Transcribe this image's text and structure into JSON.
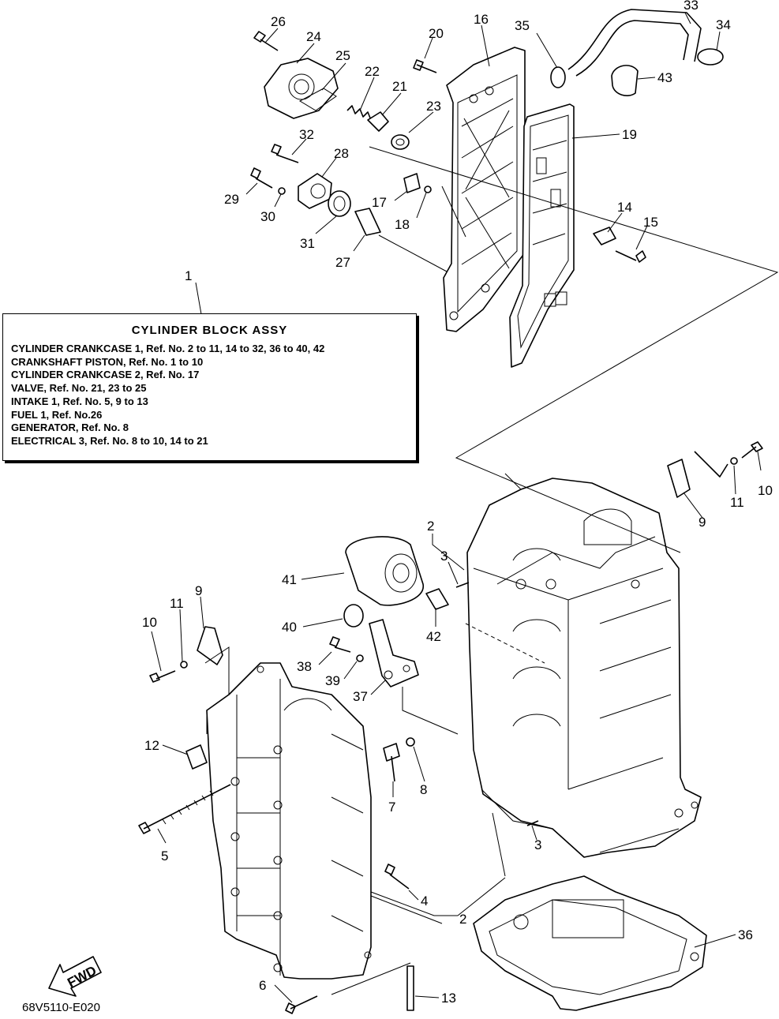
{
  "assembly": {
    "ref_number": "1",
    "title": "CYLINDER BLOCK ASSY",
    "lines": [
      "CYLINDER CRANKCASE 1, Ref. No. 2 to 11, 14 to 32, 36 to 40, 42",
      "CRANKSHAFT PISTON,  Ref. No. 1 to 10",
      "CYLINDER CRANKCASE 2,  Ref. No. 17",
      "VALVE,  Ref. No. 21, 23 to 25",
      "INTAKE 1,  Ref. No. 5, 9 to 13",
      "FUEL 1,   Ref. No.26",
      "GENERATOR,   Ref. No. 8",
      "ELECTRICAL 3,  Ref. No. 8 to 10, 14 to 21"
    ]
  },
  "direction_label": "FWD",
  "figure_code": "68V5110-E020",
  "callouts": [
    "26",
    "24",
    "25",
    "22",
    "21",
    "23",
    "20",
    "16",
    "35",
    "33",
    "34",
    "43",
    "19",
    "32",
    "28",
    "29",
    "30",
    "31",
    "27",
    "17",
    "18",
    "14",
    "15",
    "1",
    "10",
    "11",
    "9",
    "2",
    "3",
    "41",
    "42",
    "40",
    "38",
    "39",
    "37",
    "10",
    "11",
    "9",
    "12",
    "7",
    "8",
    "5",
    "3",
    "4",
    "2",
    "36",
    "6",
    "13"
  ],
  "colors": {
    "line": "#000000",
    "background": "#ffffff"
  }
}
